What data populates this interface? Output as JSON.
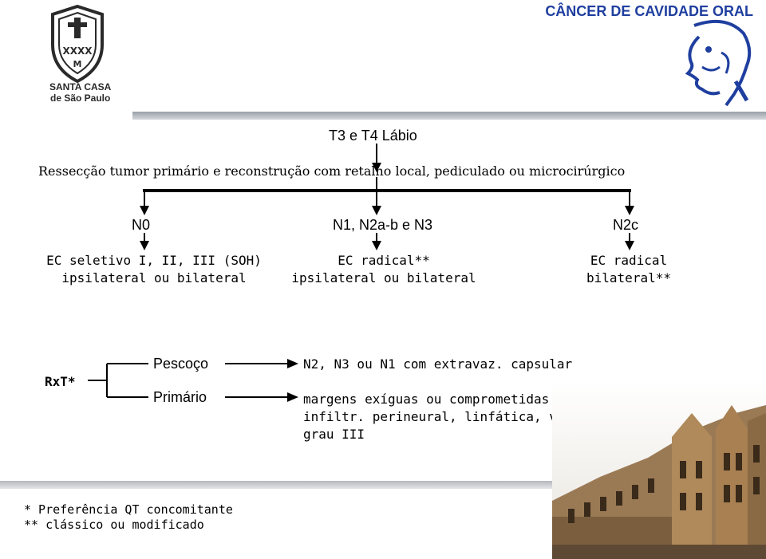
{
  "header": {
    "title": "CÂNCER DE CAVIDADE ORAL"
  },
  "logo": {
    "line1": "SANTA CASA",
    "line2": "de São Paulo"
  },
  "diagram": {
    "title": "T3 e T4 Lábio",
    "subtitle": "Ressecção tumor primário e reconstrução com retalho local, pediculado ou microcirúrgico",
    "branches": [
      {
        "label": "N0",
        "line1": "EC seletivo I, II, III (SOH)",
        "line2": "ipsilateral ou bilateral"
      },
      {
        "label": "N1, N2a-b e N3",
        "line1": "EC radical**",
        "line2": "ipsilateral ou bilateral"
      },
      {
        "label": "N2c",
        "line1": "EC radical",
        "line2": "bilateral**"
      }
    ],
    "rxt": {
      "label": "RxT*",
      "pescoco": "Pescoço",
      "primario": "Primário",
      "pescoco_criteria": "N2, N3 ou N1 com extravaz. capsular",
      "primario_criteria": [
        "margens exíguas ou comprometidas",
        "infiltr. perineural, linfática, vascular ou óssea",
        "grau III"
      ]
    }
  },
  "footnotes": {
    "note1": "* Preferência QT concomitante",
    "note2": "** clássico ou modificado"
  },
  "colors": {
    "header": "#1f3f9f",
    "lines": "#000000"
  }
}
